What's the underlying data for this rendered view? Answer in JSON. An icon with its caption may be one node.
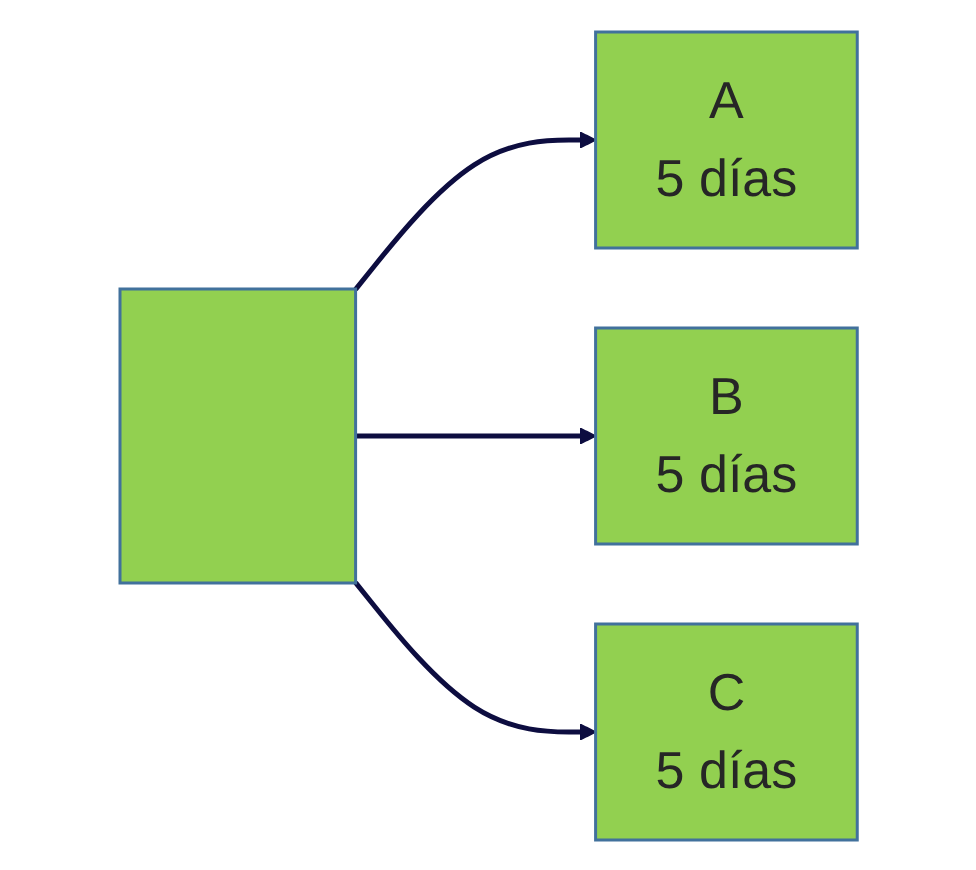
{
  "diagram": {
    "nodes": [
      {
        "text": [],
        "shape": "box"
      },
      {
        "text": [
          "A",
          "5 días"
        ]
      },
      {
        "text": [
          "B",
          "5 días"
        ]
      },
      {
        "text": [
          "C",
          "5 días"
        ]
      }
    ],
    "edges": [
      {
        "from": 0,
        "to": 1,
        "arrow": "to"
      },
      {
        "from": 0,
        "to": 2,
        "arrow": "to"
      },
      {
        "from": 0,
        "to": 3,
        "arrow": "to"
      }
    ]
  }
}
